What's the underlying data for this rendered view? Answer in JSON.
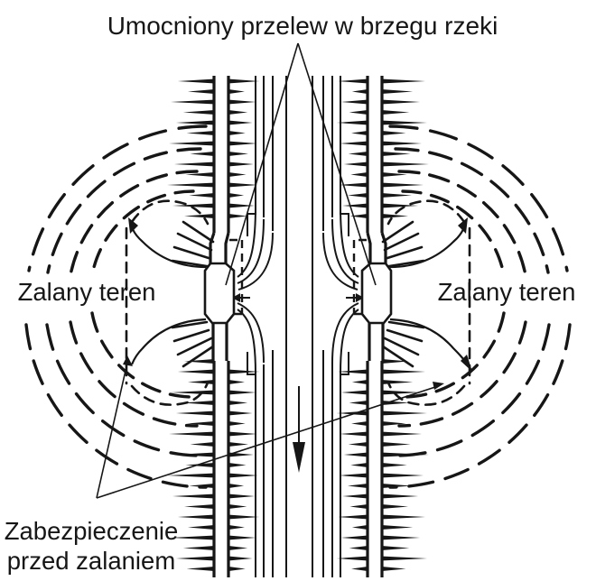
{
  "labels": {
    "title": "Umocniony przelew w brzegu rzeki",
    "flooded_left": "Zalany teren",
    "flooded_right": "Zalany teren",
    "protection_line1": "Zabezpieczenie",
    "protection_line2": "przed zalaniem"
  },
  "colors": {
    "ink": "#161616",
    "background": "#ffffff"
  }
}
